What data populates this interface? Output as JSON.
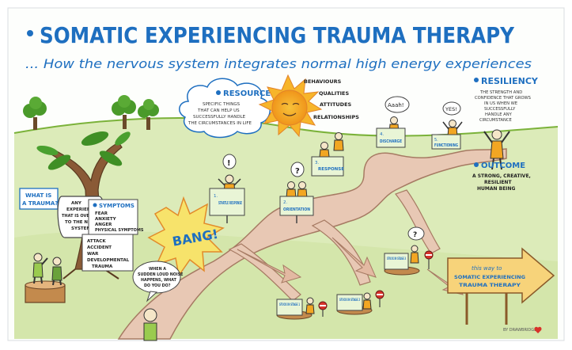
{
  "title": "SOMATIC EXPERIENCING TRAUMA THERAPY",
  "subtitle": "... How the nervous system integrates normal high energy experiences",
  "resources": {
    "heading": "RESOURCES",
    "text": [
      "SPECIFIC THINGS",
      "THAT CAN HELP US",
      "SUCCESSFULLY HANDLE",
      "THE CIRCUMSTANCES IN LIFE"
    ],
    "rays": [
      "BEHAVIOURS",
      "QUALITIES",
      "ATTITUDES",
      "RELATIONSHIPS"
    ]
  },
  "resiliency": {
    "heading": "RESILIENCY",
    "text": [
      "THE STRENGTH AND",
      "CONFIDENCE THAT GROWS",
      "IN US WHEN WE",
      "SUCCESSFULLY",
      "HANDLE ANY",
      "CIRCUMSTANCE"
    ]
  },
  "outcome": {
    "heading": "OUTCOME",
    "text": [
      "A STRONG, CREATIVE,",
      "RESILIENT",
      "HUMAN BEING"
    ]
  },
  "trauma": {
    "question": [
      "WHAT IS",
      "A TRAUMA?"
    ],
    "definition": [
      "ANY",
      "EXPERIENCE",
      "THAT IS OVERWHELMING",
      "TO THE NERVOUS",
      "SYSTEM"
    ]
  },
  "symptoms": {
    "heading": "SYMPTOMS",
    "items": [
      "FEAR",
      "ANXIETY",
      "ANGER",
      "PHYSICAL SYMPTOMS"
    ]
  },
  "causes": [
    "ATTACK",
    "ACCIDENT",
    "WAR",
    "DEVELOPMENTAL",
    "TRAUMA"
  ],
  "bang": "BANG!",
  "noise_question": [
    "WHEN A",
    "SUDDEN LOUD NOISE",
    "HAPPENS, WHAT",
    "DO YOU DO?"
  ],
  "steps": [
    {
      "num": "1.",
      "label": "STARTLE RESPONSE"
    },
    {
      "num": "2.",
      "label": "ORIENTATION"
    },
    {
      "num": "3.",
      "label": "RESPONSE"
    },
    {
      "num": "4.",
      "label": "DISCHARGE"
    },
    {
      "num": "5.",
      "label": "FUNCTIONING"
    }
  ],
  "stuck": [
    "STUCK IN STAGE 1",
    "STUCK IN STAGE 2",
    "STUCK IN STAGE 3"
  ],
  "bubbles": {
    "startle": "!",
    "orientation": "?",
    "discharge": "Aaah!",
    "yes": "YES!",
    "stuck3": "?"
  },
  "signpost": [
    "this way to",
    "SOMATIC EXPERIENCING",
    "TRAUMA THERAPY"
  ],
  "credit": "BY DRAWBRIDGE"
}
